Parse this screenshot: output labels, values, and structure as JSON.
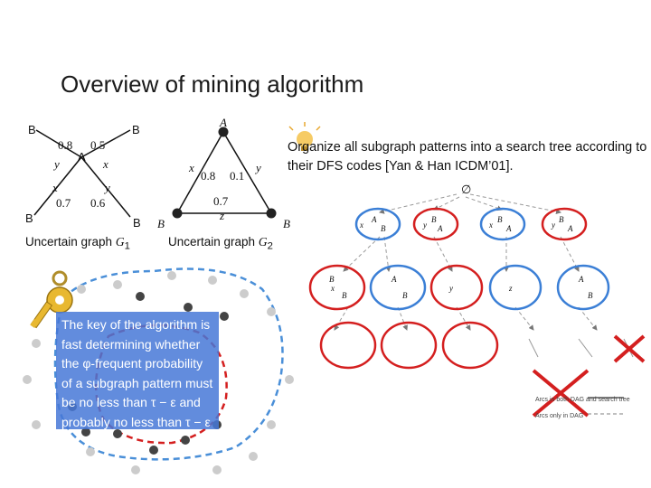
{
  "title": "Overview of mining algorithm",
  "graph1": {
    "vertices": [
      "B",
      "B",
      "A",
      "B",
      "B"
    ],
    "edge_labels": [
      "y",
      "x",
      "x",
      "y"
    ],
    "probabilities": [
      "0.8",
      "0.5",
      "0.7",
      "0.6"
    ],
    "caption_prefix": "Uncertain graph ",
    "caption_sym": "G",
    "caption_sub": "1"
  },
  "graph2": {
    "vertices": [
      "A",
      "B",
      "B"
    ],
    "edge_labels": [
      "x",
      "y",
      "z"
    ],
    "probabilities": [
      "0.8",
      "0.1",
      "0.7"
    ],
    "caption_prefix": "Uncertain graph ",
    "caption_sym": "G",
    "caption_sub": "2"
  },
  "description": "Organize all subgraph patterns into a search tree according to their DFS codes [Yan & Han ICDM’01].",
  "key_text": "The key of the algorithm is fast determining whether the φ-frequent probability of a subgraph pattern must be no less than τ − ε and probably no less than τ − ε",
  "search_tree": {
    "node_letters": [
      "A",
      "B",
      "B",
      "A",
      "B",
      "A",
      "B",
      "A",
      "B",
      "B",
      "A",
      "B",
      "A",
      "B"
    ],
    "edge_letters": [
      "x",
      "y",
      "x",
      "y",
      "x",
      "y",
      "z"
    ],
    "legend": [
      "Arcs in both DAG and search tree",
      "Arcs only in DAG"
    ]
  },
  "colors": {
    "red_circle": "#d41f1f",
    "blue_circle": "#3b7fd6",
    "key_box": "#4678d7",
    "red_cross": "#d41f1f",
    "dashed_blue": "#4a8fd8"
  },
  "icons": [
    "key-icon",
    "lightbulb-icon"
  ]
}
